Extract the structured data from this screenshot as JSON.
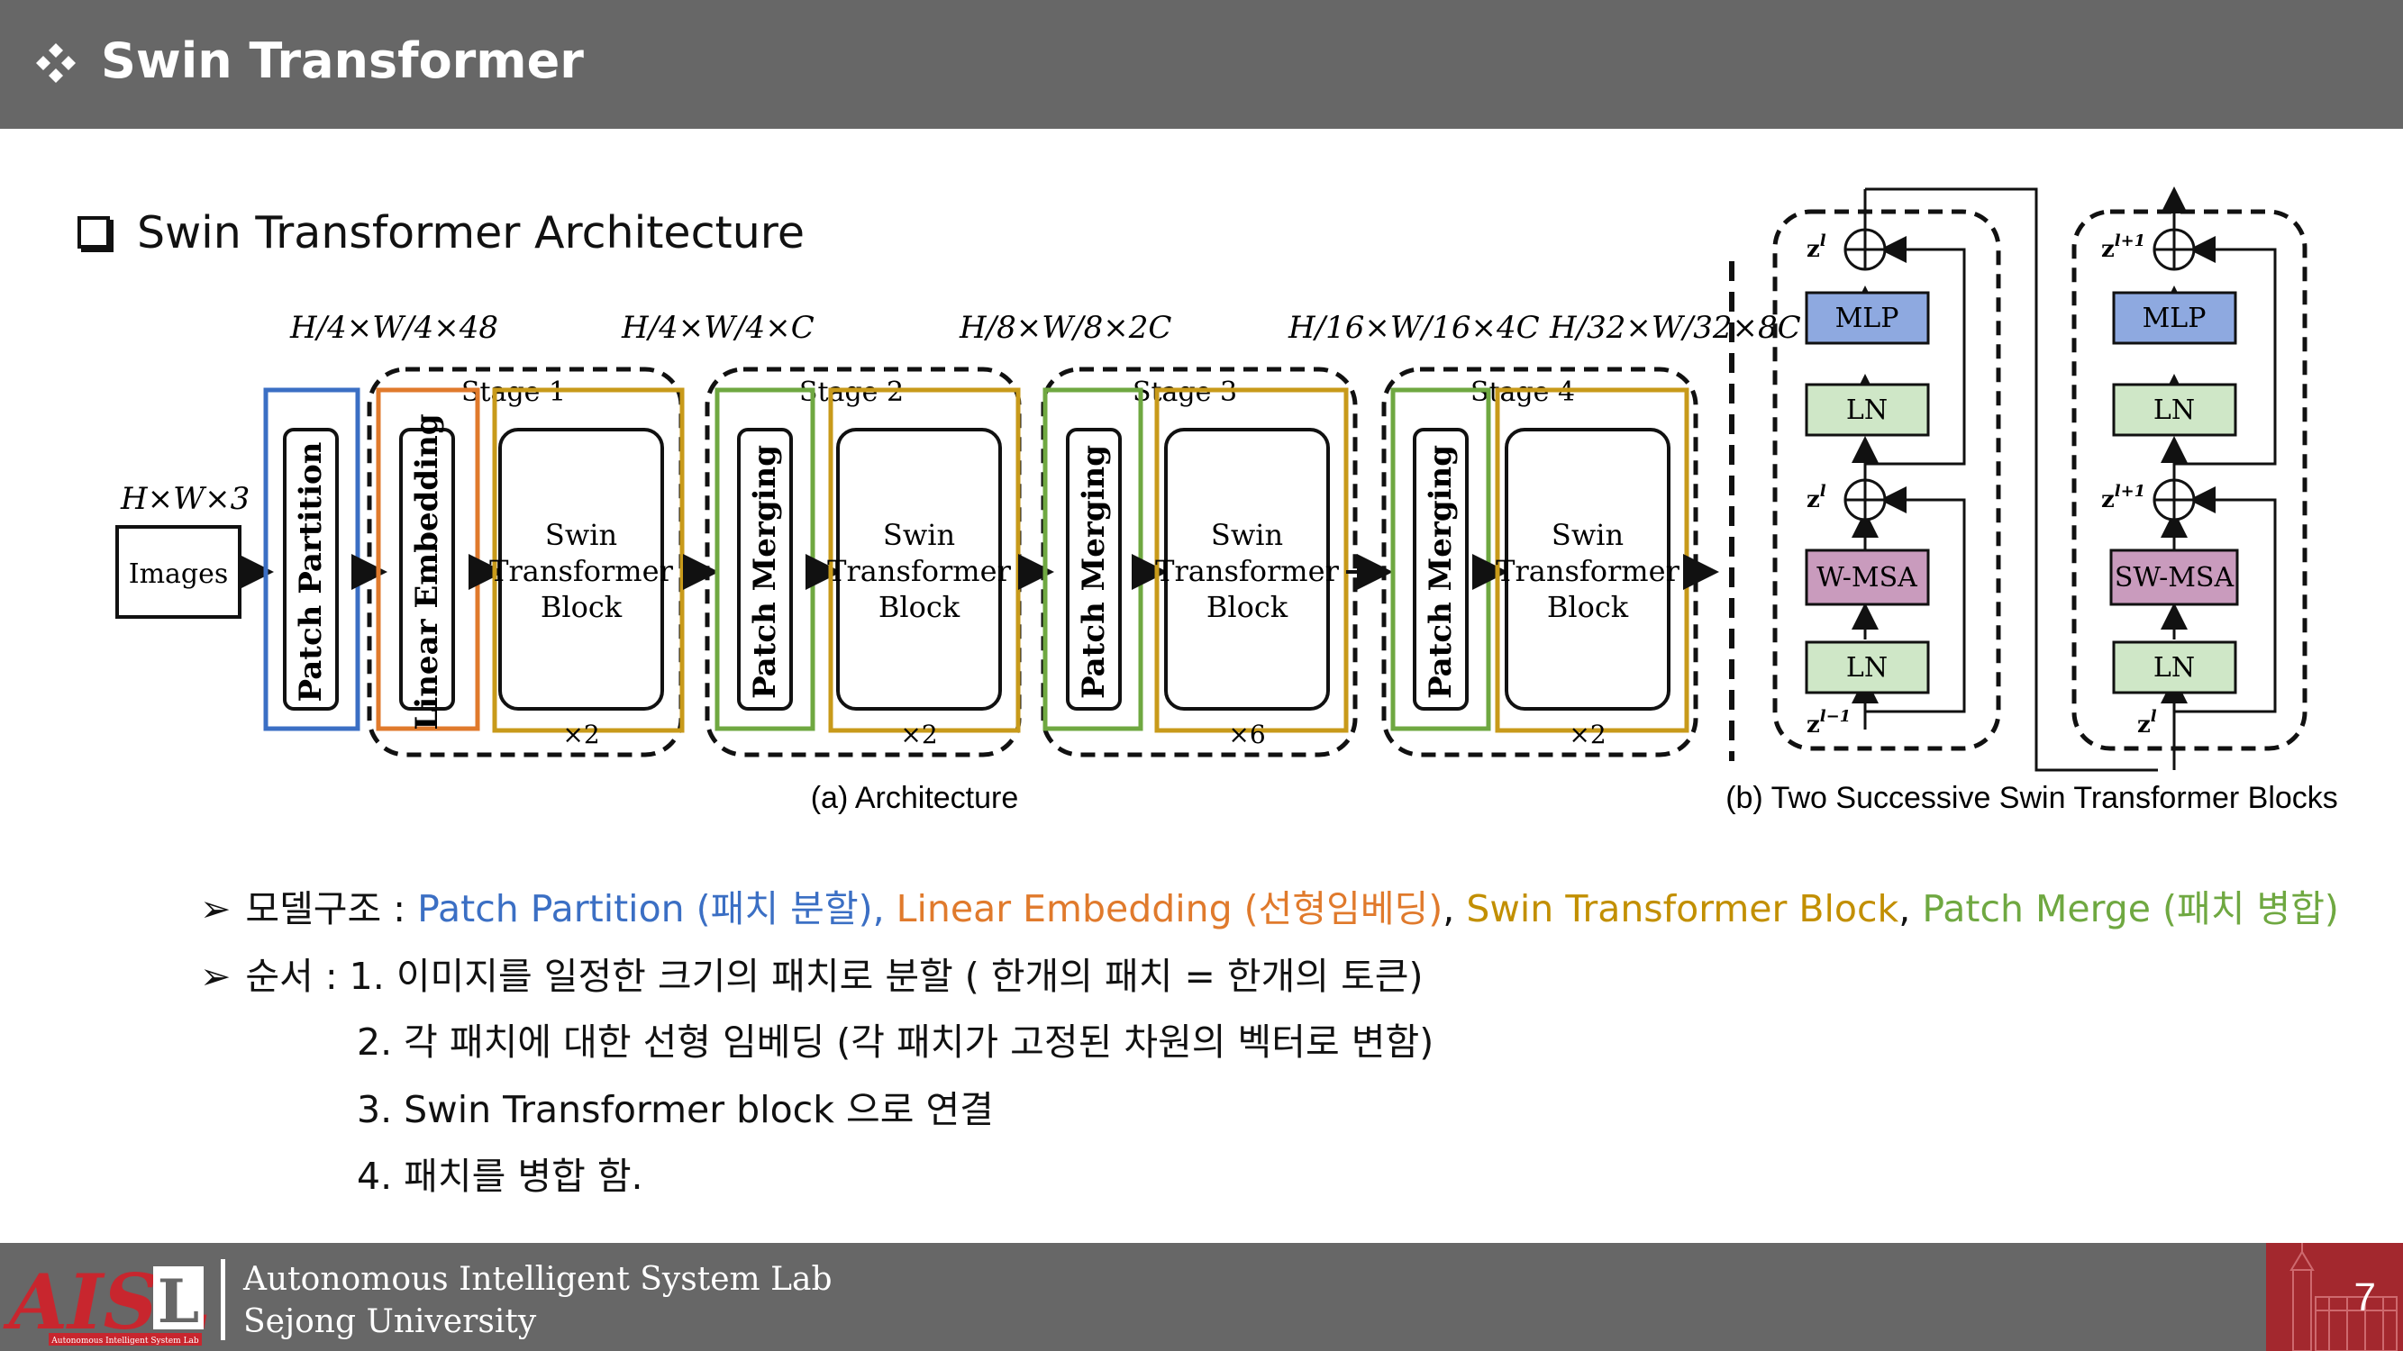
{
  "header": {
    "title": "Swin Transformer",
    "bullet_icon": "four-diamond-icon"
  },
  "section": {
    "title": "Swin Transformer Architecture",
    "bullet_icon": "square-bullet-icon"
  },
  "figure": {
    "architecture": {
      "input_label": "H×W×3",
      "input_box": "Images",
      "dims": [
        "H/4×W/4×48",
        "H/4×W/4×C",
        "H/8×W/8×2C",
        "H/16×W/16×4C",
        "H/32×W/32×8C"
      ],
      "stage_labels": [
        "Stage 1",
        "Stage 2",
        "Stage 3",
        "Stage 4"
      ],
      "patch_partition": "Patch Partition",
      "linear_embedding": "Linear Embedding",
      "patch_merging": "Patch Merging",
      "block_lines": [
        "Swin",
        "Transformer",
        "Block"
      ],
      "repeats": [
        "×2",
        "×2",
        "×6",
        "×2"
      ],
      "caption": "(a) Architecture"
    },
    "blocks": {
      "mlp": "MLP",
      "ln": "LN",
      "wmsa": "W-MSA",
      "swmsa": "SW-MSA",
      "z_l": "z",
      "z_l_sup": "l",
      "z_lp1_sup": "l+1",
      "z_lm1_sup": "l−1",
      "caption": "(b) Two Successive Swin Transformer Blocks"
    },
    "colors": {
      "blue": "#3b6fc4",
      "orange": "#e07a2c",
      "gold": "#c89a1a",
      "green": "#6fa841",
      "mlp_fill": "#8ea9e0",
      "ln_fill": "#cfe7c7",
      "msa_fill": "#c99bbd"
    }
  },
  "body": {
    "line1": {
      "arrow": "➢",
      "prefix": "모델구조 : ",
      "p1": "Patch Partition (패치 분할),",
      "p2": " Linear Embedding (선형임베딩)",
      "c1": ", ",
      "p3": "Swin Transformer Block",
      "c2": ", ",
      "p4": "Patch Merge (패치 병합)"
    },
    "line2": {
      "arrow": "➢",
      "text": "순서 : 1. 이미지를 일정한 크기의 패치로 분할 ( 한개의 패치 = 한개의 토큰)"
    },
    "line3": "2. 각 패치에 대한 선형 임베딩 (각 패치가 고정된 차원의 벡터로 변함)",
    "line4": "3. Swin Transformer block 으로 연결",
    "line5": "4. 패치를 병합 함."
  },
  "footer": {
    "logo_text": "AISL",
    "logo_sub": "Autonomous Intelligent System Lab",
    "lab": "Autonomous Intelligent System Lab",
    "univ": "Sejong University",
    "page": "7"
  }
}
